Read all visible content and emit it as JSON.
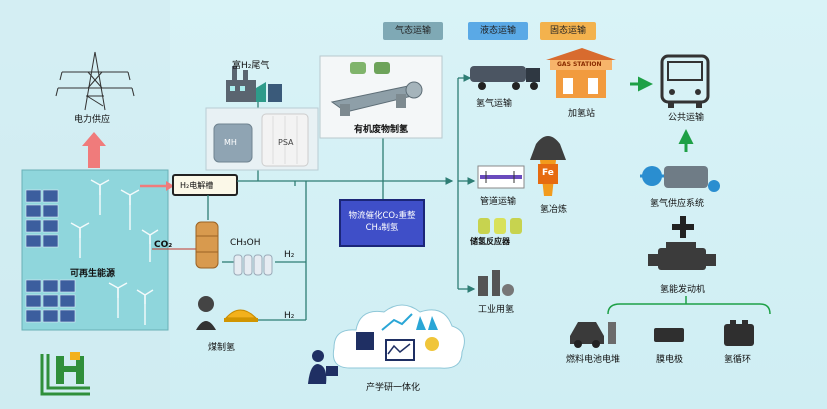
{
  "transport_tags": [
    "气态运输",
    "液态运输",
    "固态运输"
  ],
  "labels": {
    "power_supply": "电力供应",
    "rich_h2_gas": "富H₂尾气",
    "mh": "MH",
    "psa": "PSA",
    "organic_waste": "有机废物制氢",
    "h2_electrolyzer": "H₂电解槽",
    "co2": "CO₂",
    "ch3oh": "CH₃OH",
    "h2_a": "H₂",
    "h2_b": "H₂",
    "renewables": "可再生能源",
    "catalysis": "物流催化CO₂重整CH₄制氢",
    "coal_h2": "煤制氢",
    "industry_academia": "产学研一体化",
    "gas_transport": "氢气运输",
    "station": "加氢站",
    "gas_station_sign": "GAS STATION",
    "public_transport": "公共运输",
    "pipeline": "管道运输",
    "storage_reactor": "储氢反应器",
    "industrial_h2": "工业用氢",
    "h2_metallurgy": "氢冶炼",
    "fe": "Fe",
    "supply_system": "氢气供应系统",
    "h2_engine": "氢能发动机",
    "fuel_cell": "燃料电池电堆",
    "membrane_electrode": "膜电极",
    "h2_cycle": "氢循环"
  },
  "colors": {
    "tag_gas": "#7fa9b5",
    "tag_liquid": "#5aa9e6",
    "tag_solid": "#f3b24d",
    "flow_line": "#2e7d74",
    "power_arrow": "#f07b7b",
    "green_arrow": "#1ea046",
    "reactor_box": "#3f4fc8"
  }
}
